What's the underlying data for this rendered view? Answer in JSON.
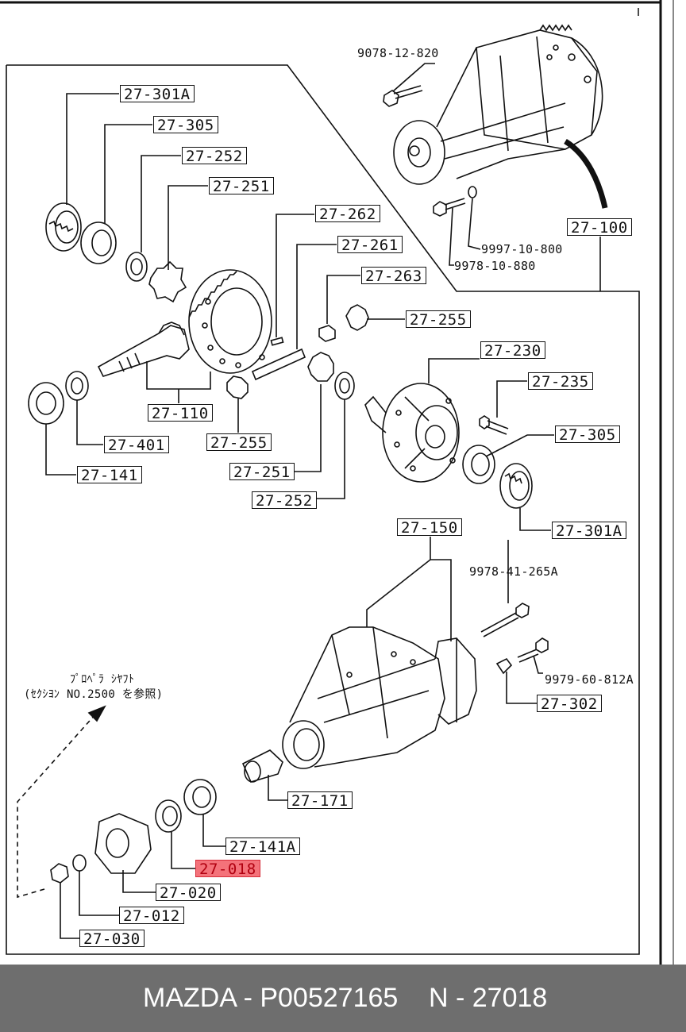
{
  "parts": {
    "p27_301A_top": "27-301A",
    "p27_305_top": "27-305",
    "p27_252_top": "27-252",
    "p27_251_top": "27-251",
    "p27_262": "27-262",
    "p27_261": "27-261",
    "p27_263": "27-263",
    "p27_255_right": "27-255",
    "p27_230": "27-230",
    "p27_235": "27-235",
    "p27_305_right": "27-305",
    "p27_301A_right": "27-301A",
    "p27_100": "27-100",
    "p27_110": "27-110",
    "p27_255_mid": "27-255",
    "p27_401": "27-401",
    "p27_141": "27-141",
    "p27_251_mid": "27-251",
    "p27_252_mid": "27-252",
    "p27_150": "27-150",
    "p27_302": "27-302",
    "p27_171": "27-171",
    "p27_141A": "27-141A",
    "p27_018": "27-018",
    "p27_020": "27-020",
    "p27_012": "27-012",
    "p27_030": "27-030"
  },
  "bolts": {
    "b9078": "9078-12-820",
    "b9997": "9997-10-800",
    "b9978_10": "9978-10-880",
    "b9978_41": "9978-41-265A",
    "b9979": "9979-60-812A"
  },
  "note": {
    "line1": "ﾌﾟﾛﾍﾟﾗ ｼﾔﾌﾄ",
    "line2": "(ｾｸｼﾖﾝ NO.2500 を参照)"
  },
  "footer": {
    "brand": "MAZDA - P00527165",
    "code": "N - 27018"
  },
  "colors": {
    "highlight": "#f4727a",
    "footer_bg": "#6e6e6e"
  }
}
